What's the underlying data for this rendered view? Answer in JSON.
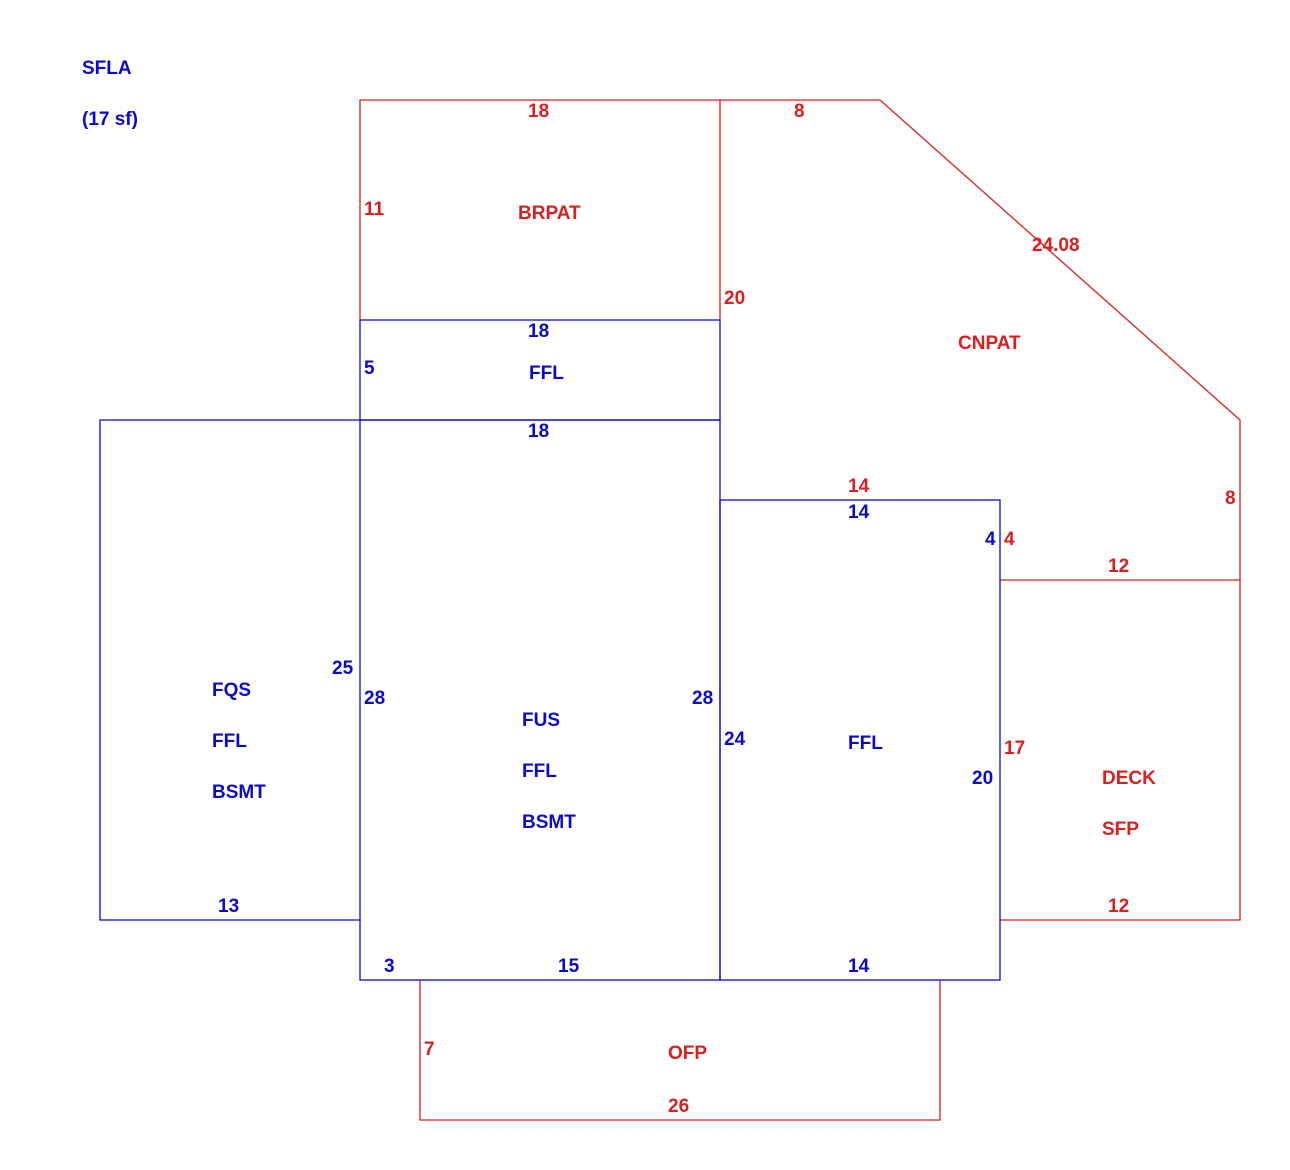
{
  "colors": {
    "blue": "#0a0ac8",
    "red": "#dc1e1e"
  },
  "header": {
    "title": "SFLA",
    "subtitle": "(17 sf)"
  },
  "areas": {
    "brpat": "BRPAT",
    "cnpat": "CNPAT",
    "ffl_top": "FFL",
    "fqs": [
      "FQS",
      "FFL",
      "BSMT"
    ],
    "fus": [
      "FUS",
      "FFL",
      "BSMT"
    ],
    "ffl_right": "FFL",
    "deck": [
      "DECK",
      "SFP"
    ],
    "ofp": "OFP"
  },
  "dimensions": {
    "brpat_top": "18",
    "brpat_left": "11",
    "cnpat_top": "8",
    "cnpat_diag": "24.08",
    "cnpat_left": "20",
    "cnpat_right": "8",
    "cnpat_bottom": "14",
    "cnpat_inner": "4",
    "ffl_top_top": "18",
    "ffl_top_left": "5",
    "fus_top": "18",
    "fus_left": "28",
    "fus_right": "28",
    "fus_bottom_left": "3",
    "fus_bottom": "15",
    "fqs_right": "25",
    "fqs_bottom": "13",
    "ffl_right_top": "14",
    "ffl_right_left": "24",
    "ffl_right_right": "20",
    "ffl_right_inner": "4",
    "ffl_right_bottom": "14",
    "deck_top": "12",
    "deck_left": "17",
    "deck_bottom": "12",
    "ofp_left": "7",
    "ofp_bottom": "26"
  }
}
